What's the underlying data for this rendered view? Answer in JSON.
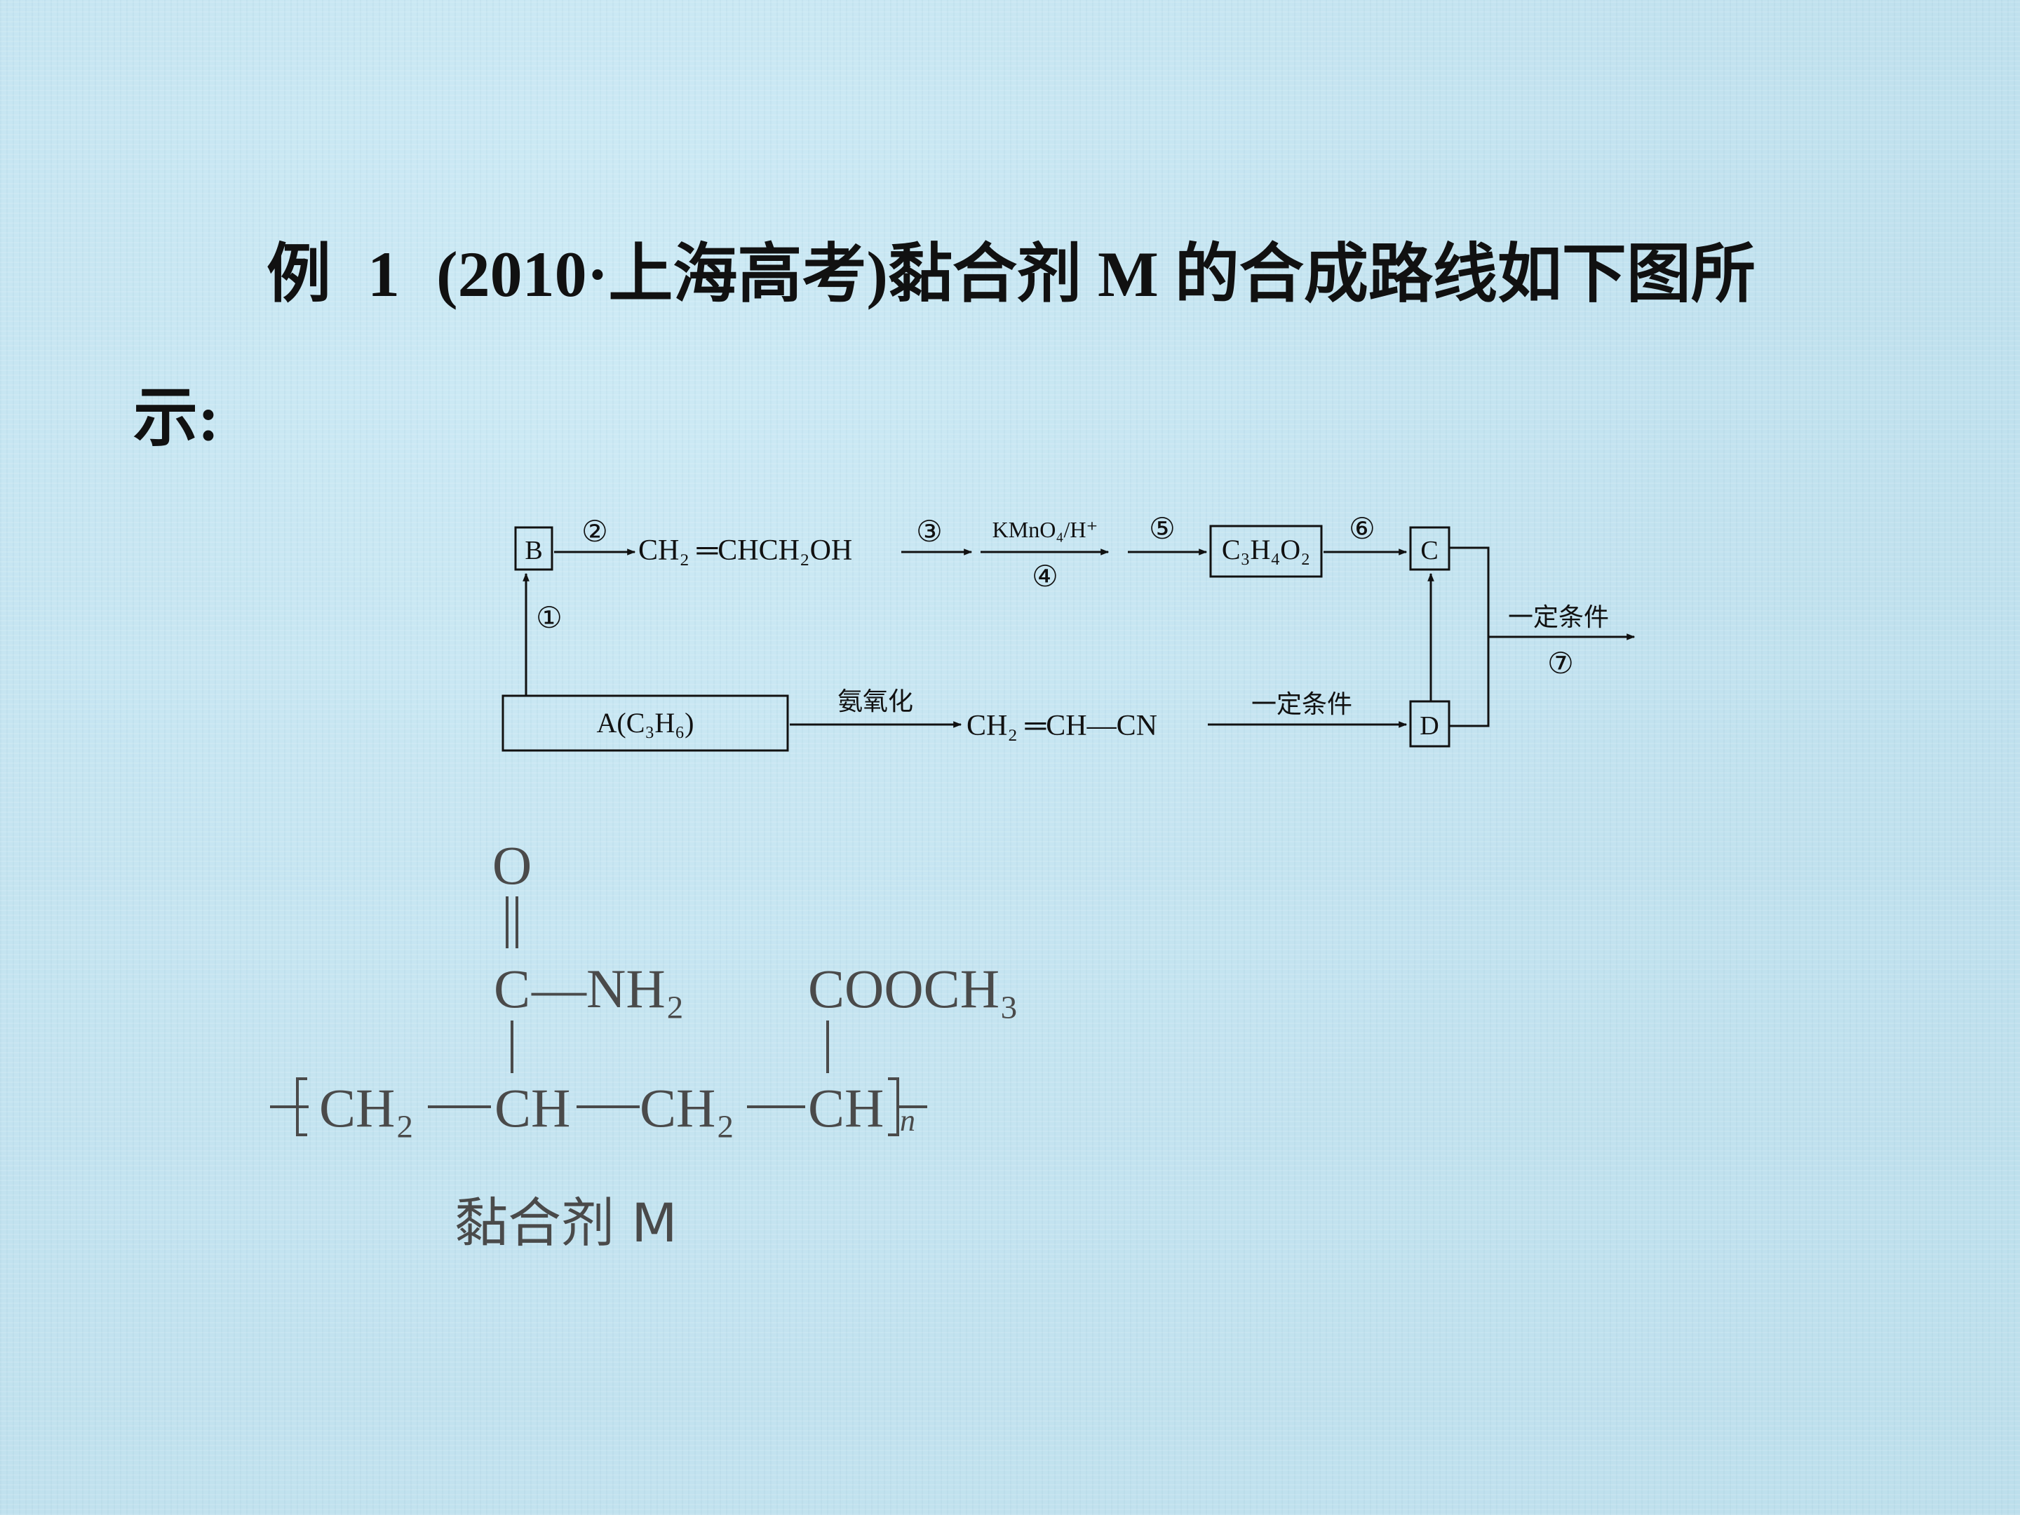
{
  "question": {
    "label": "例",
    "number": "1",
    "source": "(2010·上海高考)",
    "text_line1": "黏合剂 M 的合成路线如下图所",
    "text_line2": "示:"
  },
  "scheme": {
    "box_a": "A(C₃H₆)",
    "box_b": "B",
    "box_c": "C",
    "box_d": "D",
    "box_c3h4o2": "C₃H₄O₂",
    "allyl_alcohol": "CH₂ ═CHCH₂OH",
    "acrylonitrile": "CH₂ ═CH—CN",
    "reagent_kmno4": "KMnO₄/H⁺",
    "reagent_ammoxidation": "氨氧化",
    "condition_d": "一定条件",
    "condition_final": "一定条件",
    "step_1": "①",
    "step_2": "②",
    "step_3": "③",
    "step_4": "④",
    "step_5": "⑤",
    "step_6": "⑥",
    "step_7": "⑦"
  },
  "polymer": {
    "carbonyl_o": "O",
    "amide_c": "C",
    "amide_nh2": "—NH₂",
    "ester_group": "COOCH₃",
    "chain_ch2_a": "CH₂",
    "chain_ch_a": "CH",
    "chain_ch2_b": "CH₂",
    "chain_ch_b": "CH",
    "repeat_n": "n",
    "name": "黏合剂 M"
  }
}
